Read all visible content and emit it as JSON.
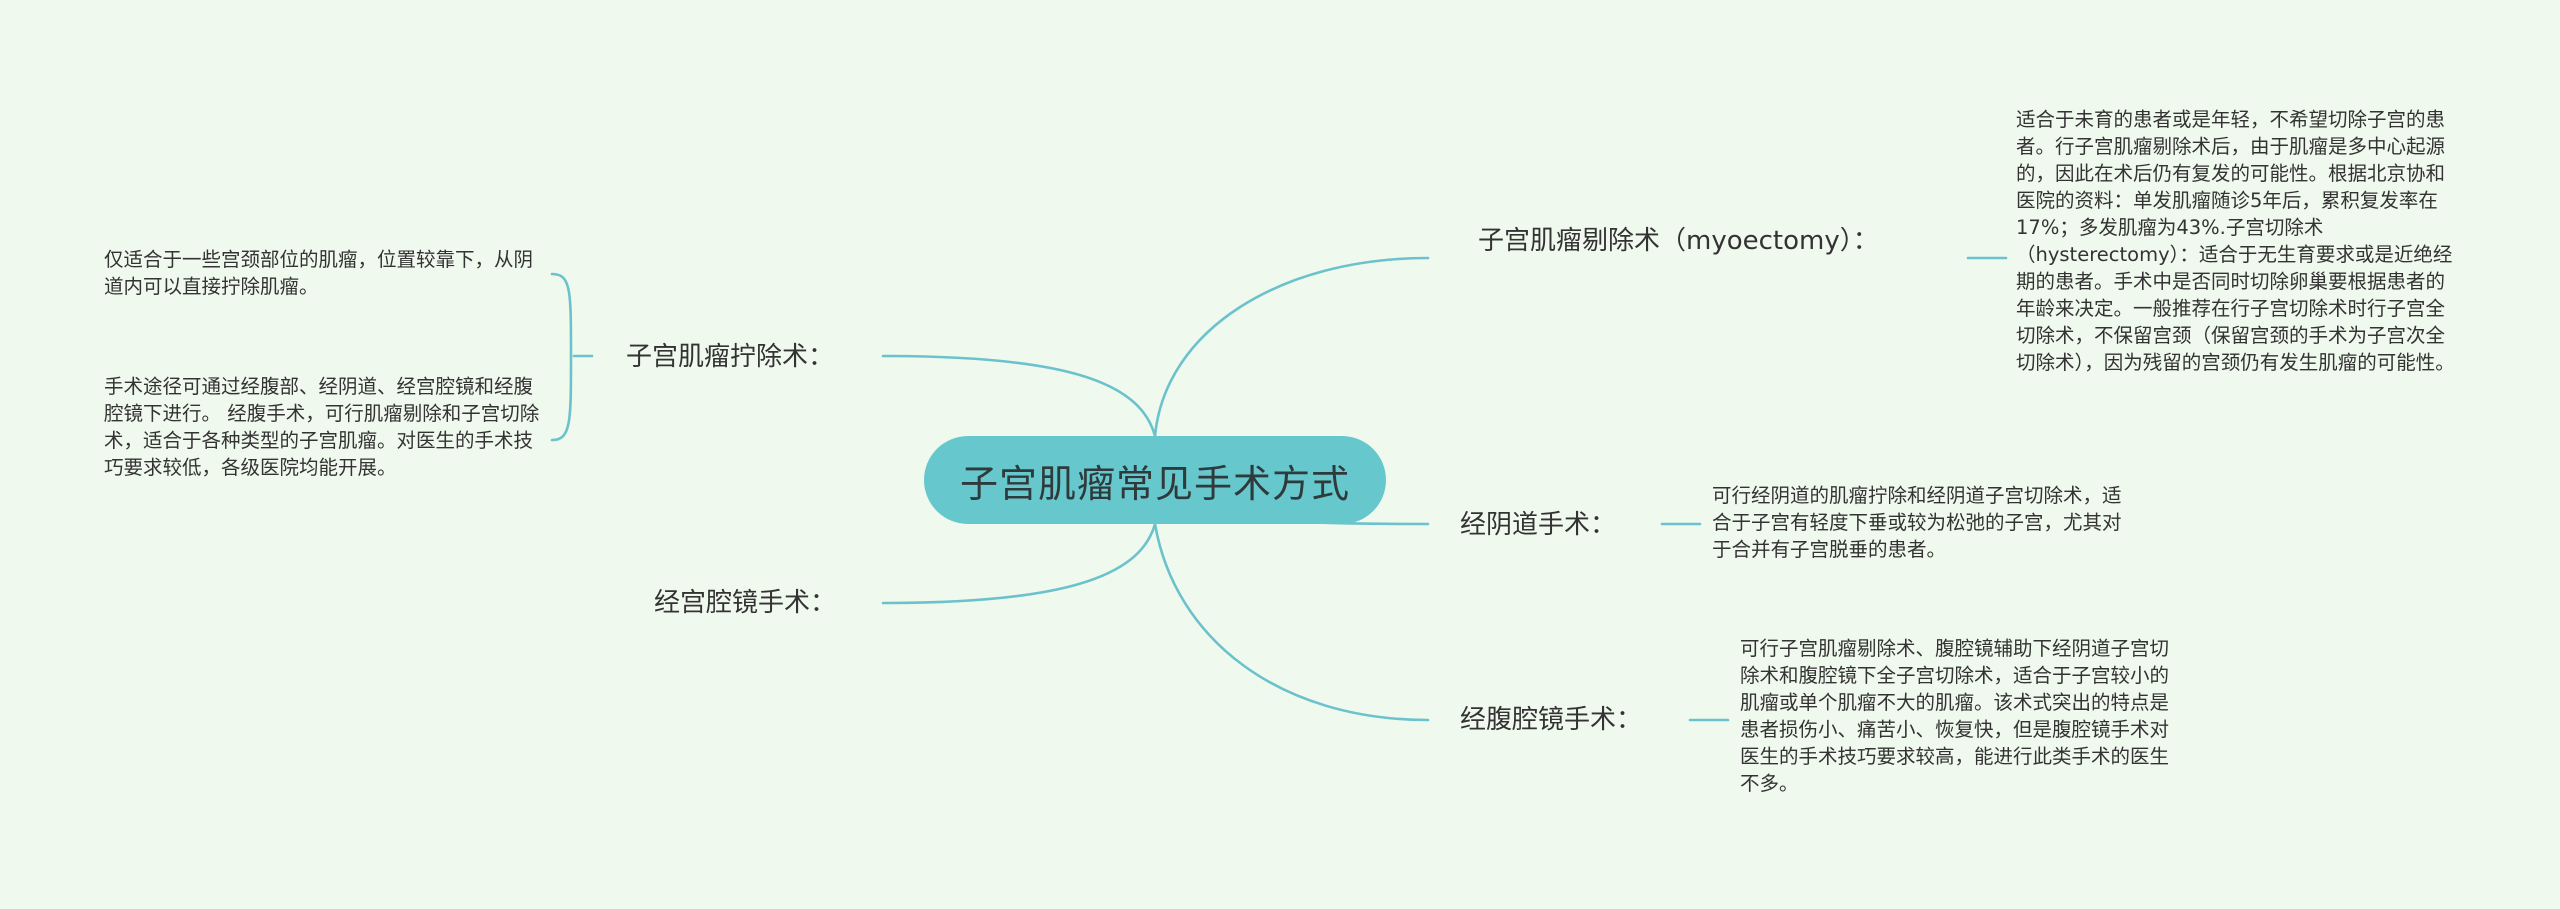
{
  "central_topic": "子宫肌瘤常见手术方式",
  "colors": {
    "background": "#f0f9ee",
    "central": "#66c7cd",
    "line": "#6cc2cc",
    "text": "#333333"
  },
  "branches": {
    "myomectomy": {
      "label": "子宫肌瘤剔除术（myoectomy）：",
      "detail": "适合于未育的患者或是年轻，不希望切除子宫的患者。行子宫肌瘤剔除术后，由于肌瘤是多中心起源的，因此在术后仍有复发的可能性。根据北京协和医院的资料：单发肌瘤随诊5年后，累积复发率在17%；多发肌瘤为43%.子宫切除术（hysterectomy）：适合于无生育要求或是近绝经期的患者。手术中是否同时切除卵巢要根据患者的年龄来决定。一般推荐在行子宫切除术时行子宫全切除术，不保留宫颈（保留宫颈的手术为子宫次全切除术），因为残留的宫颈仍有发生肌瘤的可能性。"
    },
    "vaginal": {
      "label": "经阴道手术：",
      "detail": "可行经阴道的肌瘤拧除和经阴道子宫切除术，适合于子宫有轻度下垂或较为松弛的子宫，尤其对于合并有子宫脱垂的患者。"
    },
    "laparoscopic": {
      "label": "经腹腔镜手术：",
      "detail": "可行子宫肌瘤剔除术、腹腔镜辅助下经阴道子宫切除术和腹腔镜下全子宫切除术，适合于子宫较小的肌瘤或单个肌瘤不大的肌瘤。该术式突出的特点是患者损伤小、痛苦小、恢复快，但是腹腔镜手术对医生的手术技巧要求较高，能进行此类手术的医生不多。"
    },
    "twisting": {
      "label": "子宫肌瘤拧除术：",
      "details": [
        "仅适合于一些宫颈部位的肌瘤，位置较靠下，从阴道内可以直接拧除肌瘤。",
        "手术途径可通过经腹部、经阴道、经宫腔镜和经腹腔镜下进行。 经腹手术，可行肌瘤剔除和子宫切除术，适合于各种类型的子宫肌瘤。对医生的手术技巧要求较低，各级医院均能开展。"
      ]
    },
    "hysteroscopic": {
      "label": "经宫腔镜手术："
    }
  }
}
